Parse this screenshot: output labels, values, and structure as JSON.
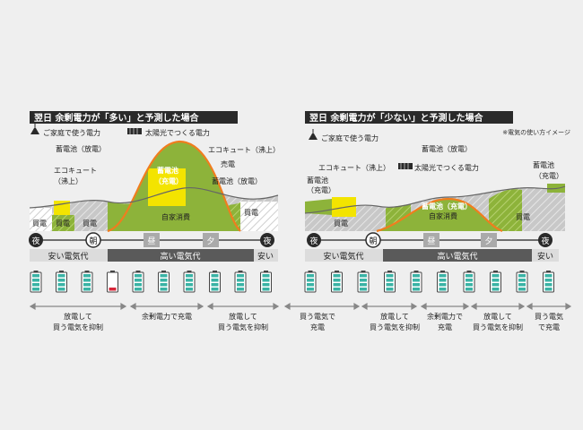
{
  "left": {
    "title": "翌日 余剰電力が「多い」と予測した場合",
    "labels": {
      "household": "ご家庭で使う電力",
      "solar": "太陽光でつくる電力",
      "battery_discharge": "蓄電池（放電）",
      "ecocute_a": "エコキュート",
      "ecocute_b": "（沸上）",
      "ecocute_right": "エコキュート（沸上）",
      "battery_charge_a": "蓄電池",
      "battery_charge_b": "（充電）",
      "sell": "売電",
      "battery_discharge_right": "蓄電池（放電）",
      "self_consumption": "自家消費",
      "buy_1": "買電",
      "buy_2": "買電",
      "buy_3": "買電",
      "buy_right": "買電"
    },
    "times": [
      "夜",
      "朝",
      "昼",
      "夕",
      "夜"
    ],
    "price_bar": [
      "安い電気代",
      "高い電気代",
      "安い"
    ],
    "battery_levels": [
      0.8,
      0.8,
      0.8,
      0.15,
      0.8,
      0.8,
      0.8,
      0.8,
      0.8,
      0.8
    ],
    "actions": [
      [
        "放電して",
        "買う電気を抑制"
      ],
      [
        "余剰電力で充電"
      ],
      [
        "放電して",
        "買う電気を抑制"
      ]
    ]
  },
  "right": {
    "title": "翌日 余剰電力が「少ない」と予測した場合",
    "note": "※電気の使い方イメージ",
    "labels": {
      "household": "ご家庭で使う電力",
      "battery_discharge": "蓄電池（放電）",
      "ecocute": "エコキュート（沸上）",
      "solar": "太陽光でつくる電力",
      "battery_charge_a": "蓄電池",
      "battery_charge_b": "（充電）",
      "battery_charge_center": "蓄電池（充電）",
      "battery_charge_right_a": "蓄電池",
      "battery_charge_right_b": "（充電）",
      "self_consumption": "自家消費",
      "buy_1": "買電",
      "buy_2": "買電"
    },
    "times": [
      "夜",
      "朝",
      "昼",
      "夕",
      "夜"
    ],
    "price_bar": [
      "安い電気代",
      "高い電気代",
      "安い"
    ],
    "battery_levels": [
      0.8,
      0.8,
      0.8,
      0.8,
      0.8,
      0.8,
      0.8,
      0.8,
      0.8,
      0.8
    ],
    "actions": [
      [
        "買う電気で",
        "充電"
      ],
      [
        "放電して",
        "買う電気を抑制"
      ],
      [
        "余剰電力で",
        "充電"
      ],
      [
        "放電して",
        "買う電気を抑制"
      ],
      [
        "買う電気",
        "で充電"
      ]
    ]
  },
  "colors": {
    "green": "#8db33a",
    "yellow": "#f3e400",
    "orange": "#f07d1e",
    "dark": "#3a3a3a",
    "gray": "#9a9a9a",
    "teal": "#3ab3a5",
    "red": "#d8273a"
  }
}
